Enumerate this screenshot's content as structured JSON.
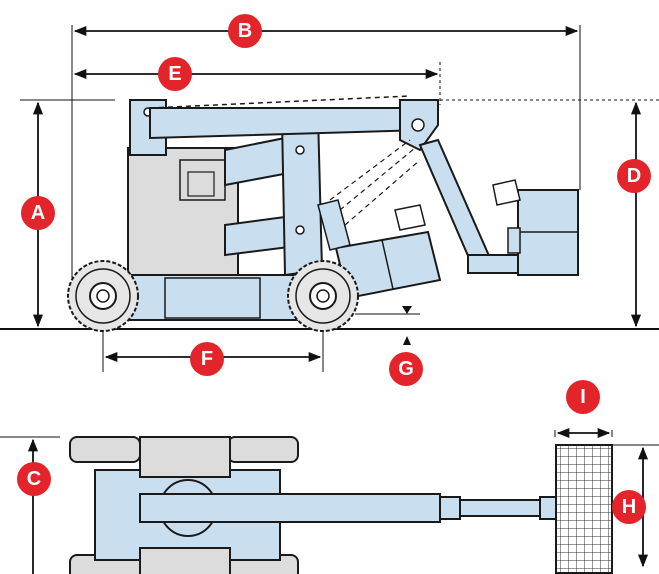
{
  "labels": {
    "A": "A",
    "B": "B",
    "C": "C",
    "D": "D",
    "E": "E",
    "F": "F",
    "G": "G",
    "H": "H",
    "I": "I"
  },
  "colors": {
    "badge": "#e3242b",
    "machine_blue": "#c9dff0",
    "machine_gray": "#dcdcdc",
    "outline": "#1a1a1a",
    "dimension_line": "#111111"
  }
}
